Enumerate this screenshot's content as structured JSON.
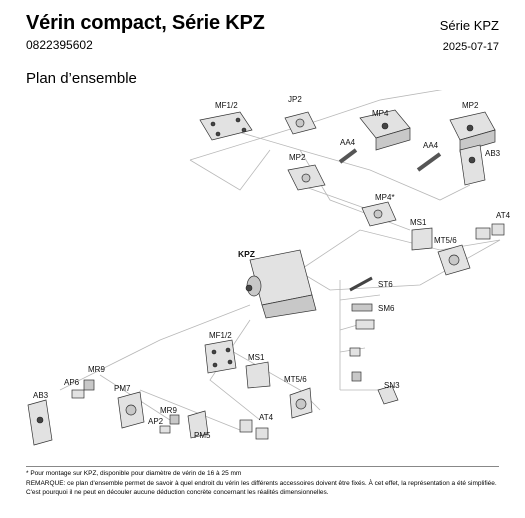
{
  "header": {
    "title": "Vérin compact, Série KPZ",
    "part_number": "0822395602",
    "series": "Série KPZ",
    "date": "2025-07-17"
  },
  "section_title": "Plan d’ensemble",
  "labels": {
    "mf1_top": "MF1/2",
    "jp2": "JP2",
    "mp4_top": "MP4",
    "mp2_right": "MP2",
    "mp2_mid": "MP2",
    "aa4_left": "AA4",
    "aa4_right": "AA4",
    "ab3_right": "AB3",
    "mp4_star": "MP4*",
    "ms1_right": "MS1",
    "mt5_right": "MT5/6",
    "at4_right": "AT4",
    "kpz": "KPZ",
    "st6": "ST6",
    "sm6": "SM6",
    "sn3": "SN3",
    "mf1_bottom": "MF1/2",
    "ms1_bottom": "MS1",
    "mt5_bottom": "MT5/6",
    "at4_bottom": "AT4",
    "mr9_top": "MR9",
    "ap6": "AP6",
    "ab3_left": "AB3",
    "pm7": "PM7",
    "mr9_bottom": "MR9",
    "ap2": "AP2",
    "pm5": "PM5"
  },
  "footnotes": {
    "note1": "* Pour montage sur KPZ, disponible pour diamètre de vérin de 16 à 25 mm",
    "note2": "REMARQUE: ce plan d'ensemble permet de savoir à quel endroit du vérin les différents accessoires doivent être fixés. À cet effet, la représentation a été simplifiée. C'est pourquoi il ne peut en découler aucune déduction concrète concernant les réalités dimensionnelles."
  }
}
